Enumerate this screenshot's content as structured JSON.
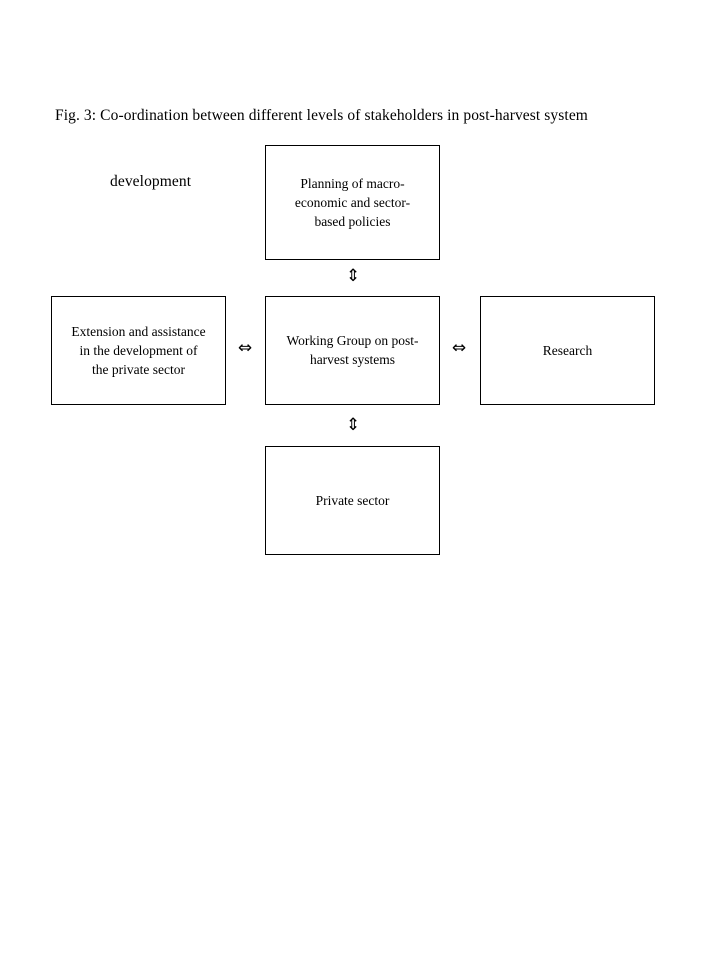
{
  "figure": {
    "caption_line_1": "Fig. 3: Co-ordination between different levels of stakeholders in post-harvest system",
    "caption_line_2": "development",
    "background_color": "#ffffff",
    "line_color": "#000000"
  },
  "nodes": {
    "planning": {
      "id": "planning",
      "label": "Planning of macro-\neconomic and sector-\nbased policies"
    },
    "extension": {
      "id": "extension",
      "label": "Extension and assistance\nin the development of\nthe private sector"
    },
    "working_group": {
      "id": "working-group",
      "label": "Working Group on post-\nharvest systems"
    },
    "research": {
      "id": "research",
      "label": "Research"
    },
    "private_sector": {
      "id": "private-sector",
      "label": "Private sector"
    }
  },
  "connectors": {
    "planning_to_working_group": {
      "glyph": "⇕",
      "direction": "bidirectional-vertical",
      "from": "planning",
      "to": "working_group"
    },
    "working_group_to_private_sector": {
      "glyph": "⇕",
      "direction": "bidirectional-vertical",
      "from": "working_group",
      "to": "private_sector"
    },
    "extension_to_working_group": {
      "glyph": "⇔",
      "direction": "bidirectional-horizontal",
      "from": "extension",
      "to": "working_group"
    },
    "working_group_to_research": {
      "glyph": "⇔",
      "direction": "bidirectional-horizontal",
      "from": "working_group",
      "to": "research"
    }
  }
}
